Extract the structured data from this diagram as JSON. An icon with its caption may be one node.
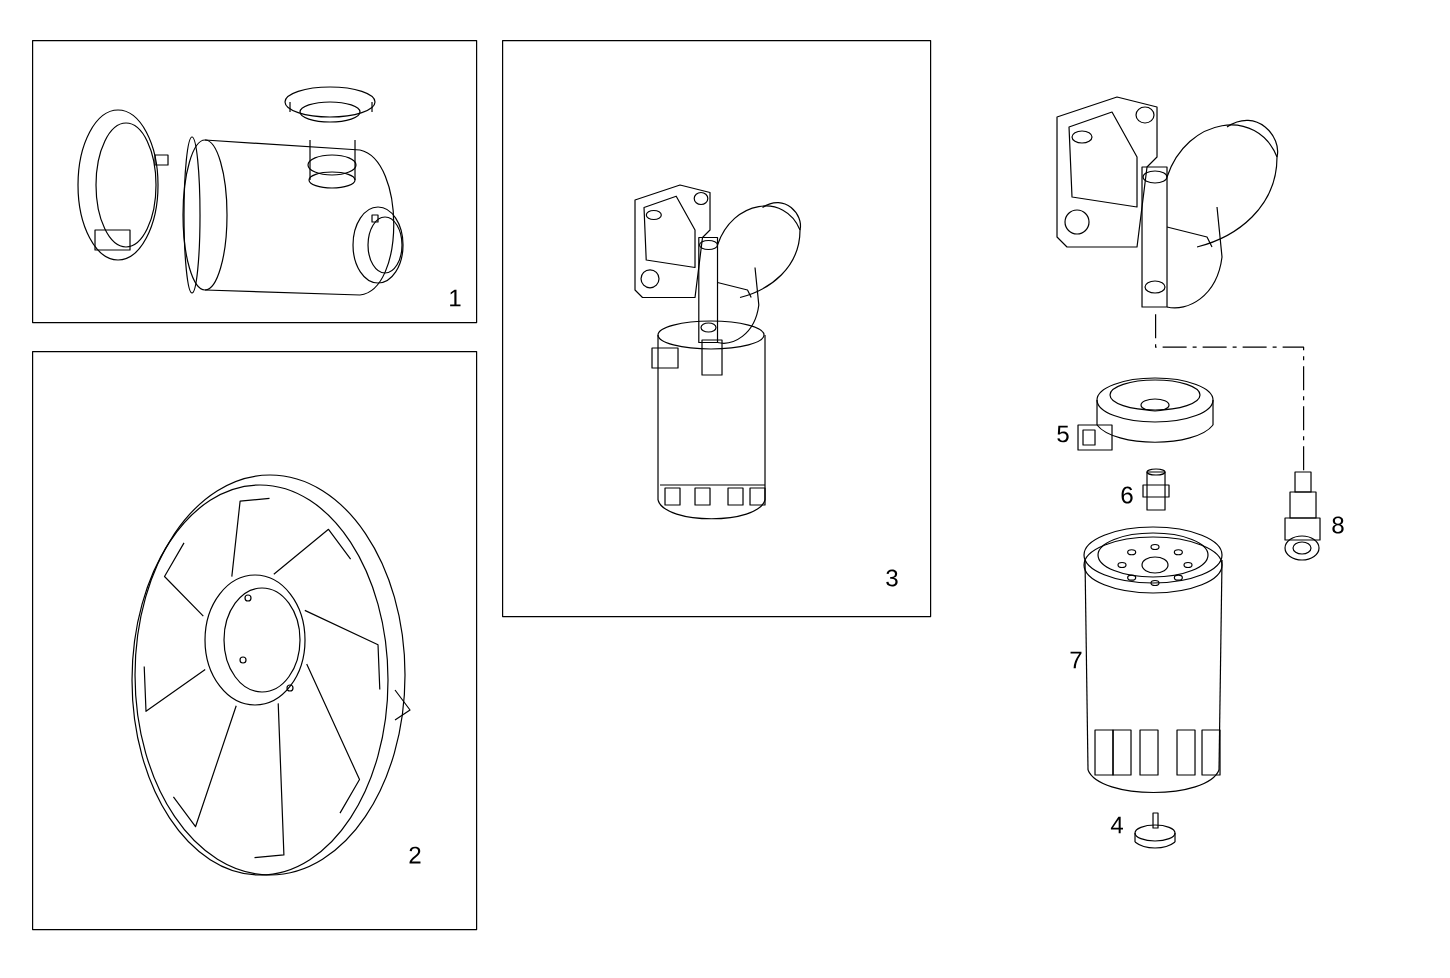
{
  "diagram": {
    "nodes": [
      {
        "text": [
          "1"
        ]
      },
      {
        "text": [
          "2"
        ]
      },
      {
        "text": [
          "3"
        ]
      },
      {
        "text": [],
        "shape": "picture"
      },
      {
        "text": [],
        "shape": "picture"
      }
    ],
    "edges": [
      {
        "from": 3,
        "to": 4,
        "arrow": "none",
        "style": "dashed"
      }
    ],
    "labels": [
      "5",
      "6",
      "8",
      "7",
      "4"
    ]
  }
}
